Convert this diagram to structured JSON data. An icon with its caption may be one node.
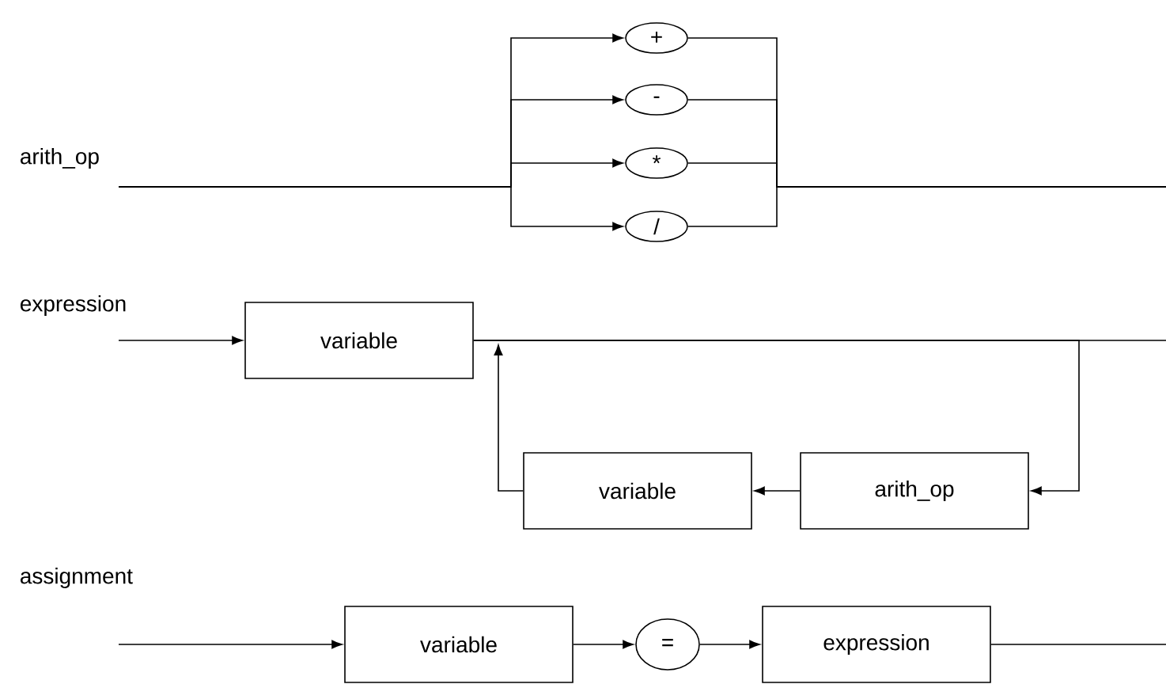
{
  "diagram": {
    "nodes": [
      {
        "text": [
          "+"
        ]
      },
      {
        "text": [
          "-"
        ]
      },
      {
        "text": [
          "*"
        ]
      },
      {
        "text": [
          "/"
        ]
      },
      {
        "text": [
          "variable"
        ]
      },
      {
        "text": [
          "variable"
        ]
      },
      {
        "text": [
          "arith_op"
        ]
      },
      {
        "text": [
          "variable"
        ]
      },
      {
        "text": [
          "="
        ]
      },
      {
        "text": [
          "expression"
        ]
      }
    ],
    "edges": [
      {
        "from": null,
        "to": 0,
        "arrow": "to"
      },
      {
        "from": null,
        "to": 1,
        "arrow": "to"
      },
      {
        "from": null,
        "to": 2,
        "arrow": "to"
      },
      {
        "from": null,
        "to": 3,
        "arrow": "to"
      },
      {
        "from": 0,
        "to": null,
        "arrow": "none"
      },
      {
        "from": 1,
        "to": null,
        "arrow": "none"
      },
      {
        "from": 2,
        "to": null,
        "arrow": "none"
      },
      {
        "from": 3,
        "to": null,
        "arrow": "none"
      },
      {
        "from": null,
        "to": 4,
        "arrow": "to"
      },
      {
        "from": 4,
        "to": null,
        "arrow": "none"
      },
      {
        "from": 4,
        "to": 6,
        "arrow": "to"
      },
      {
        "from": 6,
        "to": 5,
        "arrow": "to"
      },
      {
        "from": 5,
        "to": null,
        "arrow": "to"
      },
      {
        "from": null,
        "to": 7,
        "arrow": "to"
      },
      {
        "from": 7,
        "to": 8,
        "arrow": "to"
      },
      {
        "from": 8,
        "to": 9,
        "arrow": "to"
      },
      {
        "from": 9,
        "to": null,
        "arrow": "none"
      }
    ],
    "labels": [
      "arith_op",
      "expression",
      "assignment"
    ]
  }
}
